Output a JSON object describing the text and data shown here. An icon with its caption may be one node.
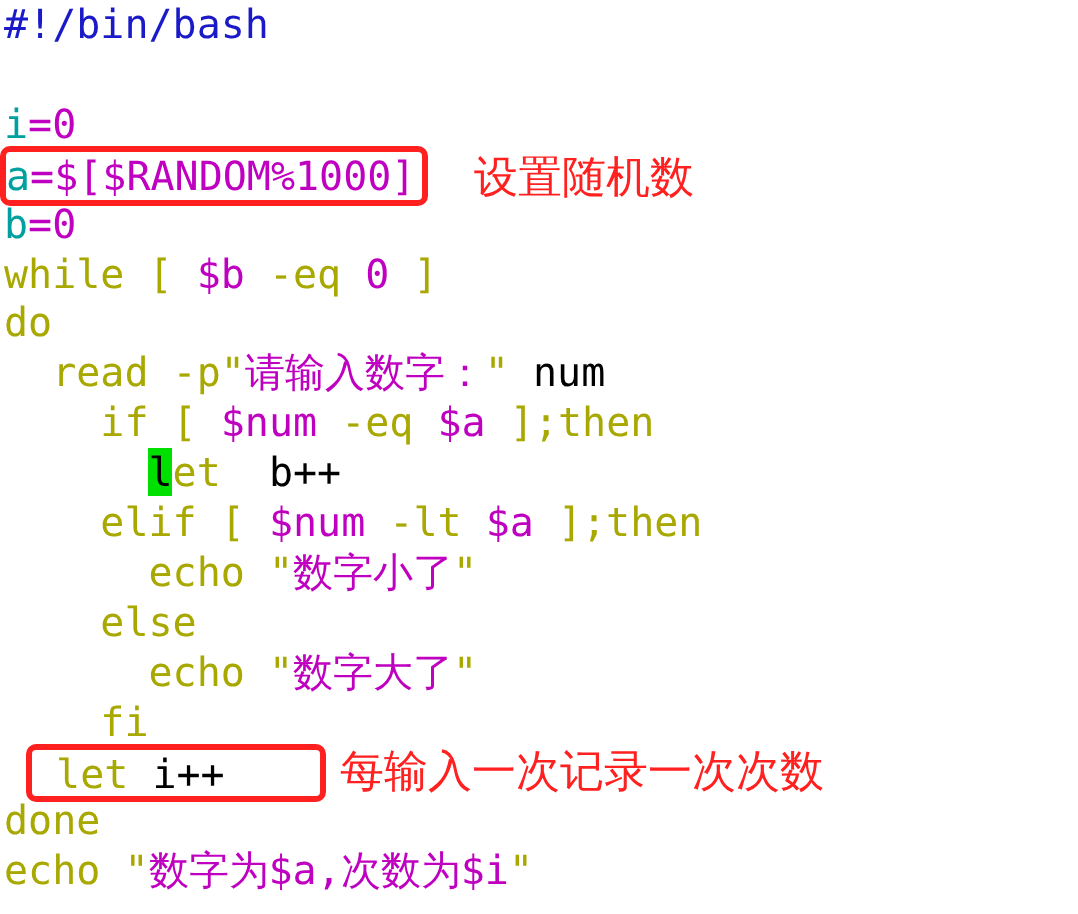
{
  "diagram": {
    "nodes": [
      {
        "text": [
          "a=$[$RANDOM%1000]"
        ],
        "beside": [
          "设置随机数"
        ]
      },
      {
        "text": [
          "let i++"
        ],
        "beside": [
          "每输入一次记录一次次数"
        ]
      }
    ],
    "labels": [
      "#!/bin/bash",
      "i=0",
      "b=0",
      "while [ $b -eq 0 ]",
      "do",
      "read -p\"请输入数字：\" num",
      "if [ $num -eq $a ];then",
      "let  b++",
      "elif [ $num -lt $a ];then",
      "echo \"数字小了\"",
      "else",
      "echo \"数字大了\"",
      "fi",
      "done",
      "echo \"数字为$a,次数为$i\""
    ]
  }
}
